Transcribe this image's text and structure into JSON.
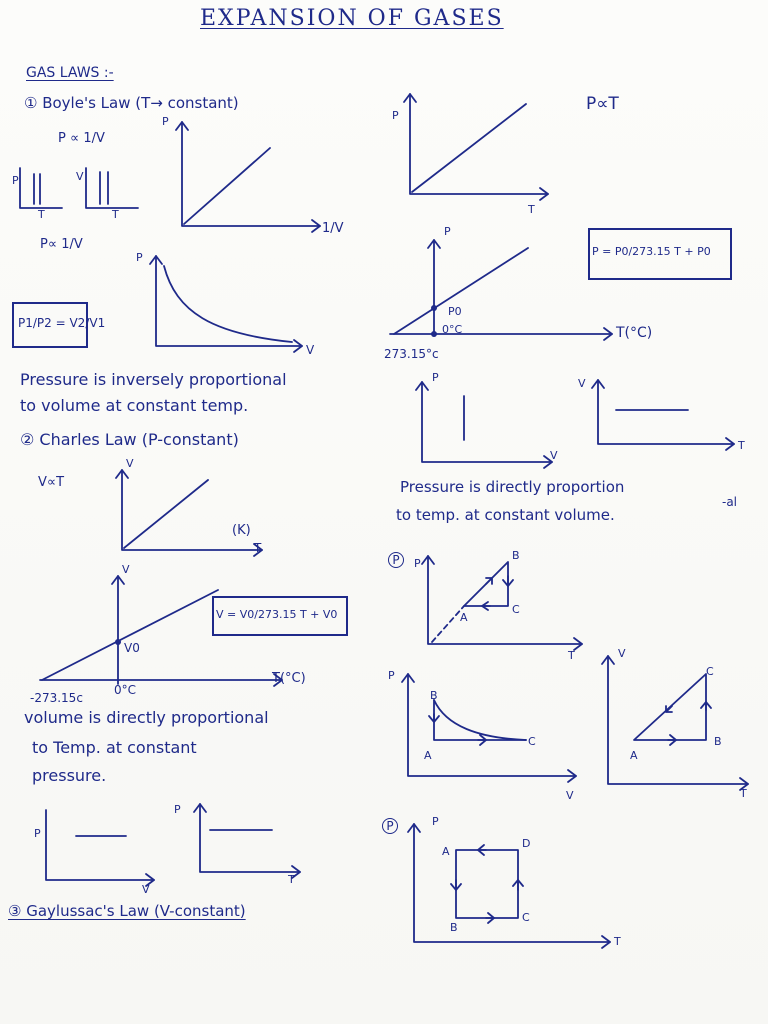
{
  "title": "EXPANSION OF GASES",
  "gas_laws_heading": "GAS LAWS :-",
  "boyle": {
    "heading": "① Boyle's Law (T→ constant)",
    "relation": "P ∝ 1/V",
    "relation2": "P∝ 1/V",
    "ratio": "P1/P2 = V2/V1",
    "statement_line1": "Pressure is inversely proportional",
    "statement_line2": "to volume at constant temp.",
    "axes": {
      "p": "P",
      "inv_v": "1/V",
      "v": "V",
      "t": "T"
    }
  },
  "charles": {
    "heading": "② Charles Law (P-constant)",
    "relation": "V∝T",
    "unit_k": "(K)",
    "formula": "V = V0/273.15 T + V0",
    "v0": "V0",
    "zero_c": "0°C",
    "abs_zero": "-273.15c",
    "t_c": "T(°C)",
    "statement_line1": "volume is directly proportional",
    "statement_line2": "to Temp. at constant",
    "statement_line3": "pressure.",
    "axes": {
      "v": "V",
      "t": "T",
      "p": "P"
    }
  },
  "gaylussac": {
    "heading": "③ Gaylussac's Law (V-constant)",
    "relation": "P∝T",
    "formula": "P = P0/273.15 T + P0",
    "p0": "P0",
    "zero_c": "0°C",
    "abs_zero": "273.15°c",
    "t_c": "T(°C)",
    "statement_line1": "Pressure is directly proportion",
    "statement_suffix": "-al",
    "statement_line2": "to temp. at constant volume.",
    "axes": {
      "p": "P",
      "t": "T",
      "v": "V"
    }
  },
  "cycles": {
    "marker": "P",
    "labels": {
      "a": "A",
      "b": "B",
      "c": "C",
      "d": "D"
    },
    "axes": {
      "p": "P",
      "v": "V",
      "t": "T"
    }
  }
}
